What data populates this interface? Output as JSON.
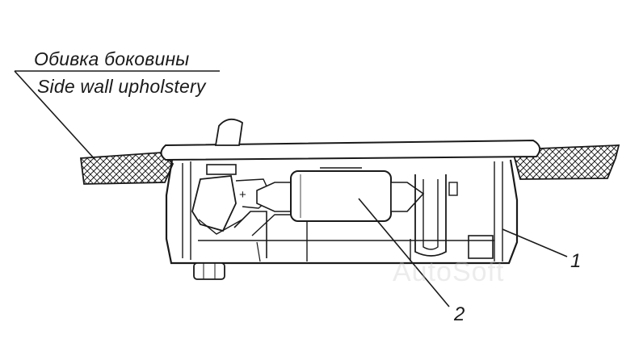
{
  "labels": {
    "upholstery_ru": "Обивка боковины",
    "upholstery_en": "Side wall upholstery",
    "callout_1": "1",
    "callout_2": "2",
    "plus_sign": "+",
    "watermark": "AutoSoft"
  },
  "colors": {
    "ink": "#1a1a1a",
    "paper": "#ffffff"
  }
}
